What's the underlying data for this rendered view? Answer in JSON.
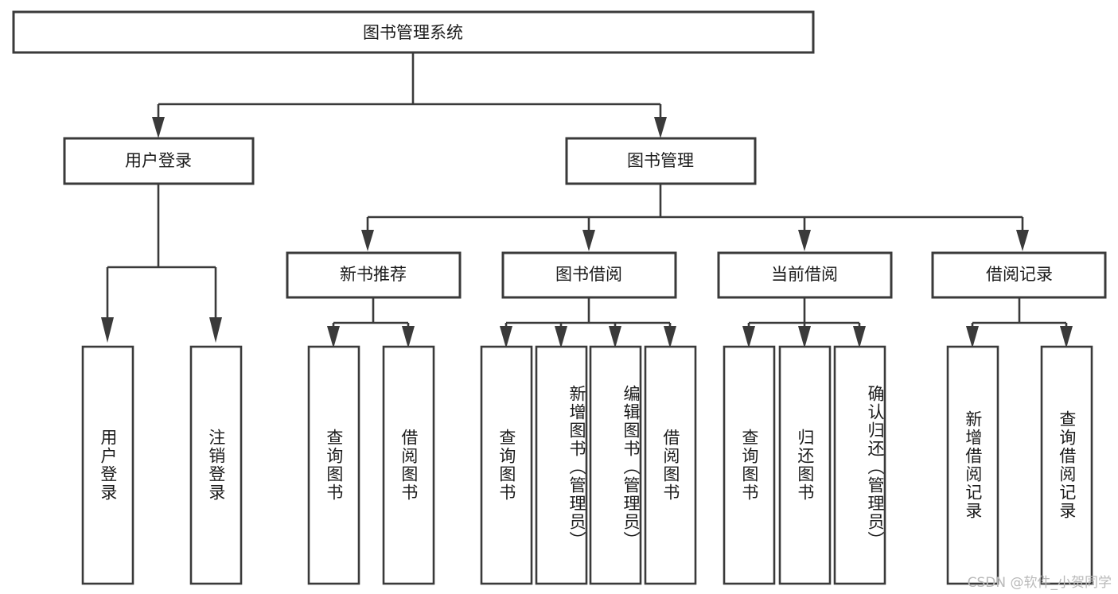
{
  "diagram": {
    "title": "图书管理系统",
    "type": "tree",
    "watermark": "CSDN @软件_小贺同学"
  },
  "root": {
    "label": "图书管理系统"
  },
  "level1": [
    {
      "label": "用户登录"
    },
    {
      "label": "图书管理"
    }
  ],
  "level2": [
    {
      "label": "新书推荐"
    },
    {
      "label": "图书借阅"
    },
    {
      "label": "当前借阅"
    },
    {
      "label": "借阅记录"
    }
  ],
  "leaves": {
    "user_login": [
      {
        "label": "用户登录"
      },
      {
        "label": "注销登录"
      }
    ],
    "new_book_recommend": [
      {
        "label": "查询图书"
      },
      {
        "label": "借阅图书"
      }
    ],
    "book_borrow": [
      {
        "label": "查询图书"
      },
      {
        "label": "新增图书（管理员）"
      },
      {
        "label": "编辑图书（管理员）"
      },
      {
        "label": "借阅图书"
      }
    ],
    "current_borrow": [
      {
        "label": "查询图书"
      },
      {
        "label": "归还图书"
      },
      {
        "label": "确认归还（管理员）"
      }
    ],
    "borrow_record": [
      {
        "label": "新增借阅记录"
      },
      {
        "label": "查询借阅记录"
      }
    ]
  },
  "chart_data": {
    "type": "tree",
    "title": "图书管理系统",
    "nodes": [
      {
        "id": "root",
        "label": "图书管理系统",
        "level": 0,
        "parent": null
      },
      {
        "id": "n1",
        "label": "用户登录",
        "level": 1,
        "parent": "root"
      },
      {
        "id": "n2",
        "label": "图书管理",
        "level": 1,
        "parent": "root"
      },
      {
        "id": "n1a",
        "label": "用户登录",
        "level": 2,
        "parent": "n1"
      },
      {
        "id": "n1b",
        "label": "注销登录",
        "level": 2,
        "parent": "n1"
      },
      {
        "id": "n2a",
        "label": "新书推荐",
        "level": 2,
        "parent": "n2"
      },
      {
        "id": "n2b",
        "label": "图书借阅",
        "level": 2,
        "parent": "n2"
      },
      {
        "id": "n2c",
        "label": "当前借阅",
        "level": 2,
        "parent": "n2"
      },
      {
        "id": "n2d",
        "label": "借阅记录",
        "level": 2,
        "parent": "n2"
      },
      {
        "id": "n2a1",
        "label": "查询图书",
        "level": 3,
        "parent": "n2a"
      },
      {
        "id": "n2a2",
        "label": "借阅图书",
        "level": 3,
        "parent": "n2a"
      },
      {
        "id": "n2b1",
        "label": "查询图书",
        "level": 3,
        "parent": "n2b"
      },
      {
        "id": "n2b2",
        "label": "新增图书（管理员）",
        "level": 3,
        "parent": "n2b"
      },
      {
        "id": "n2b3",
        "label": "编辑图书（管理员）",
        "level": 3,
        "parent": "n2b"
      },
      {
        "id": "n2b4",
        "label": "借阅图书",
        "level": 3,
        "parent": "n2b"
      },
      {
        "id": "n2c1",
        "label": "查询图书",
        "level": 3,
        "parent": "n2c"
      },
      {
        "id": "n2c2",
        "label": "归还图书",
        "level": 3,
        "parent": "n2c"
      },
      {
        "id": "n2c3",
        "label": "确认归还（管理员）",
        "level": 3,
        "parent": "n2c"
      },
      {
        "id": "n2d1",
        "label": "新增借阅记录",
        "level": 3,
        "parent": "n2d"
      },
      {
        "id": "n2d2",
        "label": "查询借阅记录",
        "level": 3,
        "parent": "n2d"
      }
    ],
    "colors": {
      "box_fill": "#ffffff",
      "box_stroke": "#3a3a3a",
      "text": "#1b1b1b",
      "background": "#ffffff",
      "watermark": "#b9b9b9"
    }
  }
}
